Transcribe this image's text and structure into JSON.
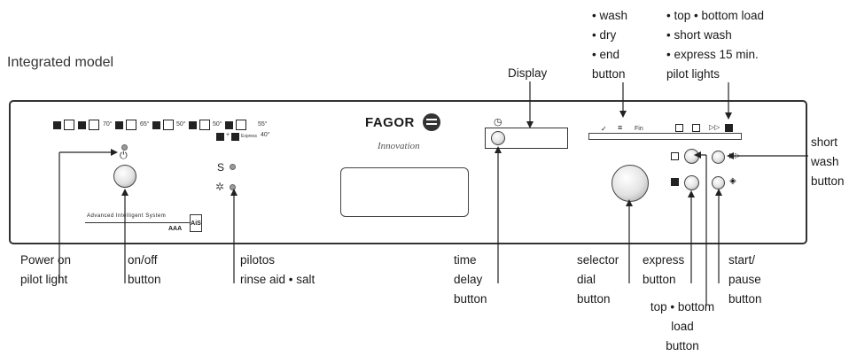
{
  "title": "Integrated model",
  "labels": {
    "display": "Display",
    "indicators": [
      "• wash",
      "• dry",
      "• end",
      "button"
    ],
    "load_lights": [
      "• top • bottom load",
      "• short wash",
      "• express  15 min.",
      "pilot lights"
    ],
    "short_wash": [
      "short",
      "wash",
      "button"
    ],
    "power_on": [
      "Power on",
      "pilot light"
    ],
    "onoff": [
      "on/off",
      "button"
    ],
    "pilotos": [
      "pilotos",
      "rinse aid • salt"
    ],
    "time_delay": [
      "time",
      "delay",
      "button"
    ],
    "selector": [
      "selector",
      "dial",
      "button"
    ],
    "express": [
      "express",
      "button"
    ],
    "start_pause": [
      "start/",
      "pause",
      "button"
    ],
    "top_bottom": [
      "top • bottom",
      "load",
      "button"
    ]
  },
  "panel": {
    "brand": "FAGOR",
    "brand_sub": "Innovation",
    "programs": [
      "70°",
      "65°",
      "50°",
      "50°",
      "55°"
    ],
    "express_text": "Express",
    "express_temp": "40°",
    "indicator_fin": "Fin",
    "ais_text": "Advanced Intelligent System",
    "aaa": "AAA",
    "ais_logo": "AiS"
  }
}
